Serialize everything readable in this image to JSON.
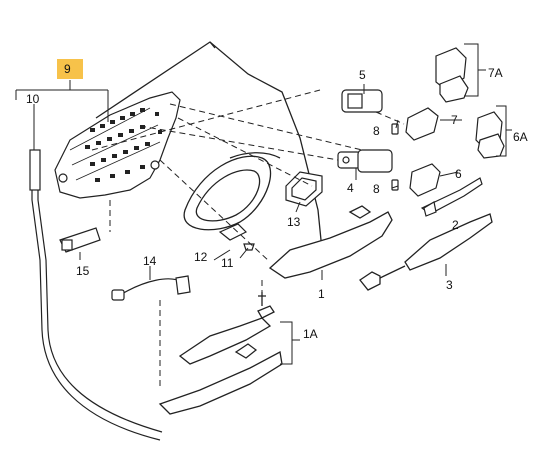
{
  "highlight_color": "#f7c24a",
  "callouts": {
    "c9": "9",
    "c10": "10",
    "c5": "5",
    "c7A": "7A",
    "c8a": "8",
    "c7": "7",
    "c6A": "6A",
    "c4": "4",
    "c8b": "8",
    "c6": "6",
    "c13": "13",
    "c2": "2",
    "c12": "12",
    "c11": "11",
    "c14": "14",
    "c15": "15",
    "c1": "1",
    "c3": "3",
    "c1A": "1A"
  }
}
